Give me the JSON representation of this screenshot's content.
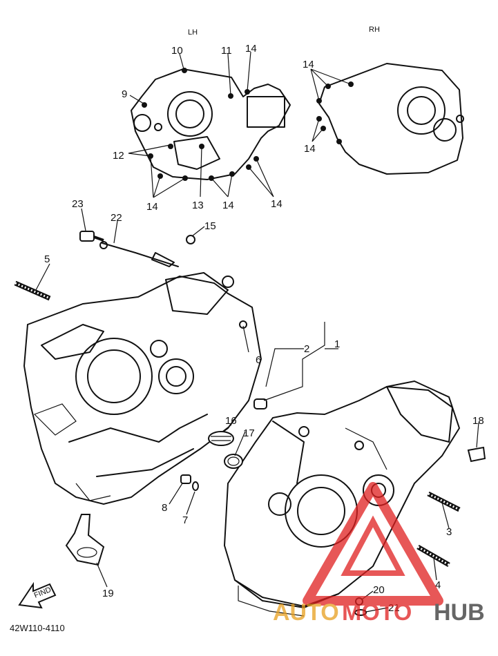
{
  "side_labels": {
    "lh": "LH",
    "rh": "RH"
  },
  "part_numbers": {
    "p1": "1",
    "p2": "2",
    "p3": "3",
    "p4": "4",
    "p5": "5",
    "p6": "6",
    "p7": "7",
    "p8": "8",
    "p9": "9",
    "p10": "10",
    "p11": "11",
    "p12": "12",
    "p13": "13",
    "p14a": "14",
    "p14b": "14",
    "p14c": "14",
    "p14d": "14",
    "p14e": "14",
    "p14f": "14",
    "p15": "15",
    "p16": "16",
    "p17": "17",
    "p18": "18",
    "p19": "19",
    "p20": "20",
    "p21": "21",
    "p22": "22",
    "p23": "23"
  },
  "find_label": "FIND",
  "diagram_code": "42W110-4110",
  "watermark": {
    "left": "AUTO",
    "mid": "MOTO",
    "right": "HUB",
    "color_gold": "#e8a020",
    "color_red": "#e02020",
    "color_dark": "#333333"
  },
  "colors": {
    "ink": "#111111",
    "background": "#ffffff"
  }
}
